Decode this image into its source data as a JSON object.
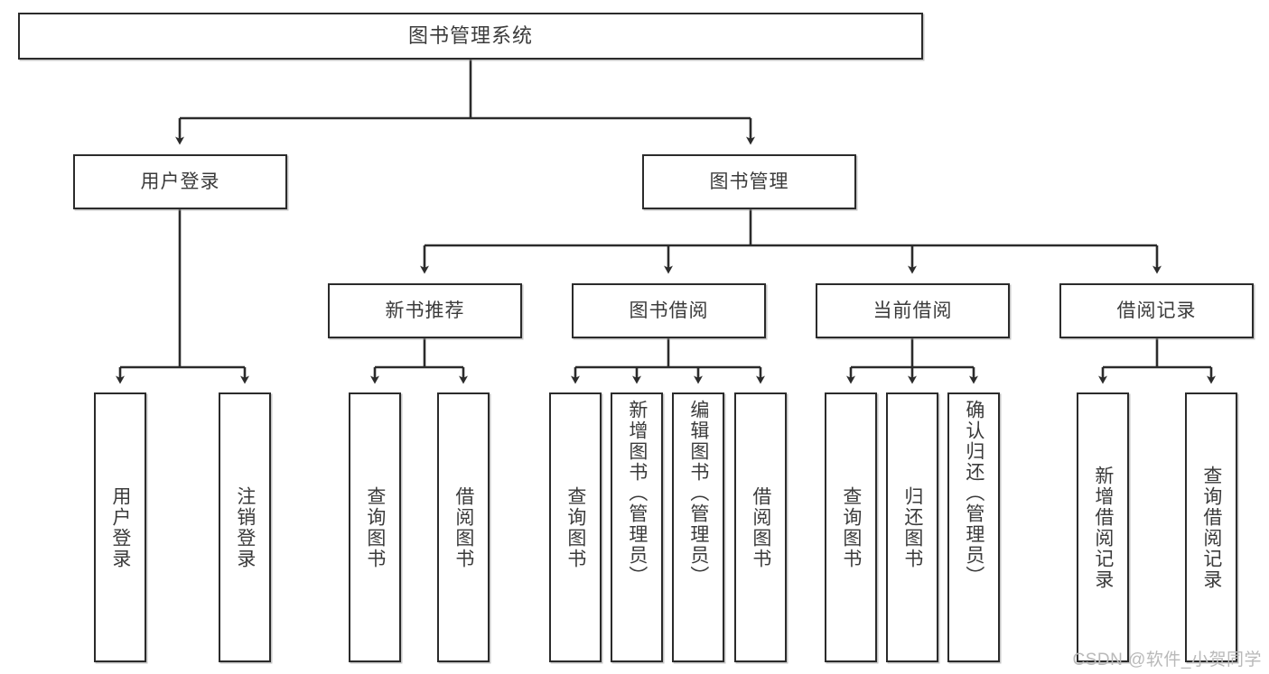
{
  "diagram": {
    "title": "图书管理系统",
    "type": "功能结构图",
    "colors": {
      "stroke": "#2b2b2b",
      "text": "#3b3b3b",
      "background": "#ffffff",
      "watermark": "#b9b9b9"
    },
    "watermark": "CSDN @软件_小贺同学",
    "root": {
      "label": "图书管理系统"
    },
    "level2": [
      {
        "label": "用户登录"
      },
      {
        "label": "图书管理"
      }
    ],
    "level3": [
      {
        "label": "新书推荐"
      },
      {
        "label": "图书借阅"
      },
      {
        "label": "当前借阅"
      },
      {
        "label": "借阅记录"
      }
    ],
    "leaves": {
      "user_login": [
        {
          "label": "用户登录"
        },
        {
          "label": "注销登录"
        }
      ],
      "new_book": [
        {
          "label": "查询图书"
        },
        {
          "label": "借阅图书"
        }
      ],
      "borrow_book": [
        {
          "label": "查询图书"
        },
        {
          "label": "新增图书（管理员）"
        },
        {
          "label": "编辑图书（管理员）"
        },
        {
          "label": "借阅图书"
        }
      ],
      "current_borrow": [
        {
          "label": "查询图书"
        },
        {
          "label": "归还图书"
        },
        {
          "label": "确认归还（管理员）"
        }
      ],
      "borrow_record": [
        {
          "label": "新增借阅记录"
        },
        {
          "label": "查询借阅记录"
        }
      ]
    }
  }
}
